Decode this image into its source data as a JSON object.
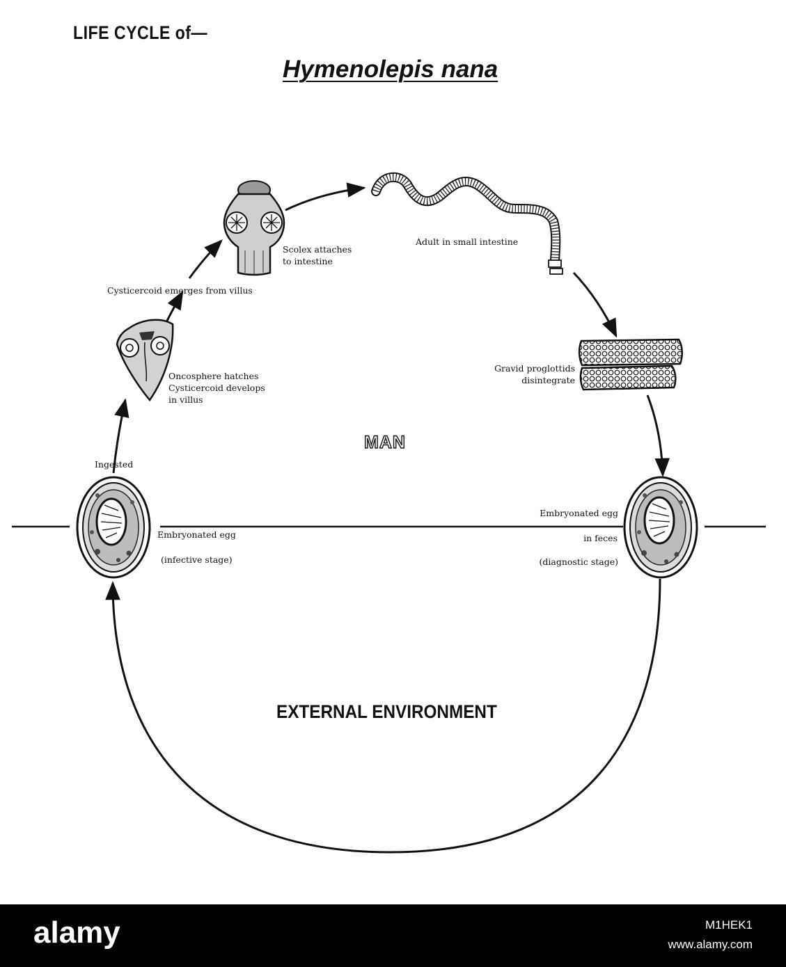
{
  "header": {
    "line1": "LIFE CYCLE of—",
    "species": "Hymenolepis nana"
  },
  "zones": {
    "host": "MAN",
    "outside": "EXTERNAL ENVIRONMENT"
  },
  "labels": {
    "scolex_1": "Scolex attaches",
    "scolex_2": "to intestine",
    "adult": "Adult in small intestine",
    "emerges": "Cysticercoid emerges from villus",
    "onco_1": "Oncosphere hatches",
    "onco_2": "Cysticercoid develops",
    "onco_3": "in villus",
    "gravid_1": "Gravid proglottids",
    "gravid_2": "disintegrate",
    "ingested": "Ingested",
    "left_egg_1": "Embryonated egg",
    "left_egg_2": "(infective stage)",
    "right_egg_1": "Embryonated egg",
    "right_egg_2": "in feces",
    "right_egg_3": "(diagnostic stage)"
  },
  "footer": {
    "logo": "alamy",
    "image_id": "M1HEK1",
    "url": "www.alamy.com"
  }
}
